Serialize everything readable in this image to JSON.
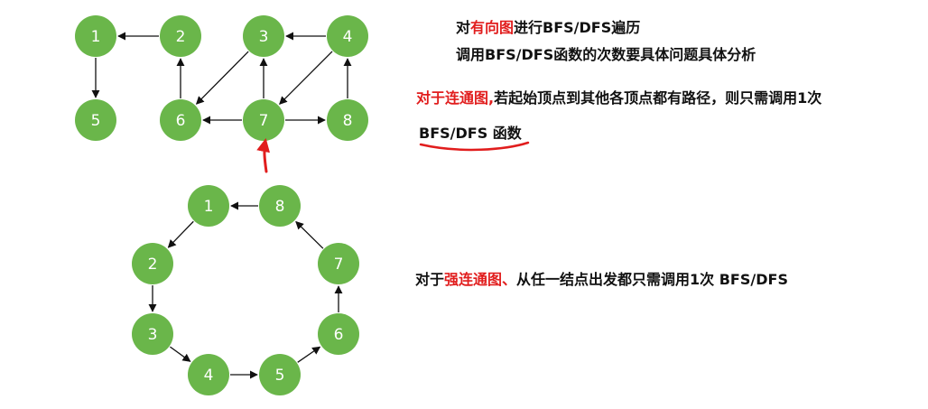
{
  "colors": {
    "node_fill": "#6ab64a",
    "edge": "#111111",
    "highlight": "#e11d1d"
  },
  "text": {
    "line1": {
      "prefix": "对",
      "highlight": "有向图",
      "suffix": "进行BFS/DFS遍历"
    },
    "line2": "调用BFS/DFS函数的次数要具体问题具体分析",
    "line3": {
      "highlight": "对于连通图,",
      "suffix": "若起始顶点到其他各顶点都有路径，则只需调用1次"
    },
    "line4": "BFS/DFS 函数",
    "line5": {
      "prefix": "对于",
      "highlight": "强连通图、",
      "suffix": "从任一结点出发都只需调用1次 BFS/DFS"
    }
  },
  "graph_top": {
    "nodes": [
      "1",
      "2",
      "3",
      "4",
      "5",
      "6",
      "7",
      "8"
    ],
    "edges": [
      [
        "2",
        "1"
      ],
      [
        "1",
        "5"
      ],
      [
        "6",
        "2"
      ],
      [
        "3",
        "6"
      ],
      [
        "4",
        "3"
      ],
      [
        "4",
        "7"
      ],
      [
        "7",
        "3"
      ],
      [
        "7",
        "6"
      ],
      [
        "7",
        "8"
      ],
      [
        "8",
        "4"
      ]
    ]
  },
  "graph_bottom": {
    "nodes": [
      "1",
      "2",
      "3",
      "4",
      "5",
      "6",
      "7",
      "8"
    ],
    "edges": [
      [
        "8",
        "1"
      ],
      [
        "1",
        "2"
      ],
      [
        "2",
        "3"
      ],
      [
        "3",
        "4"
      ],
      [
        "4",
        "5"
      ],
      [
        "5",
        "6"
      ],
      [
        "6",
        "7"
      ],
      [
        "7",
        "8"
      ]
    ]
  }
}
